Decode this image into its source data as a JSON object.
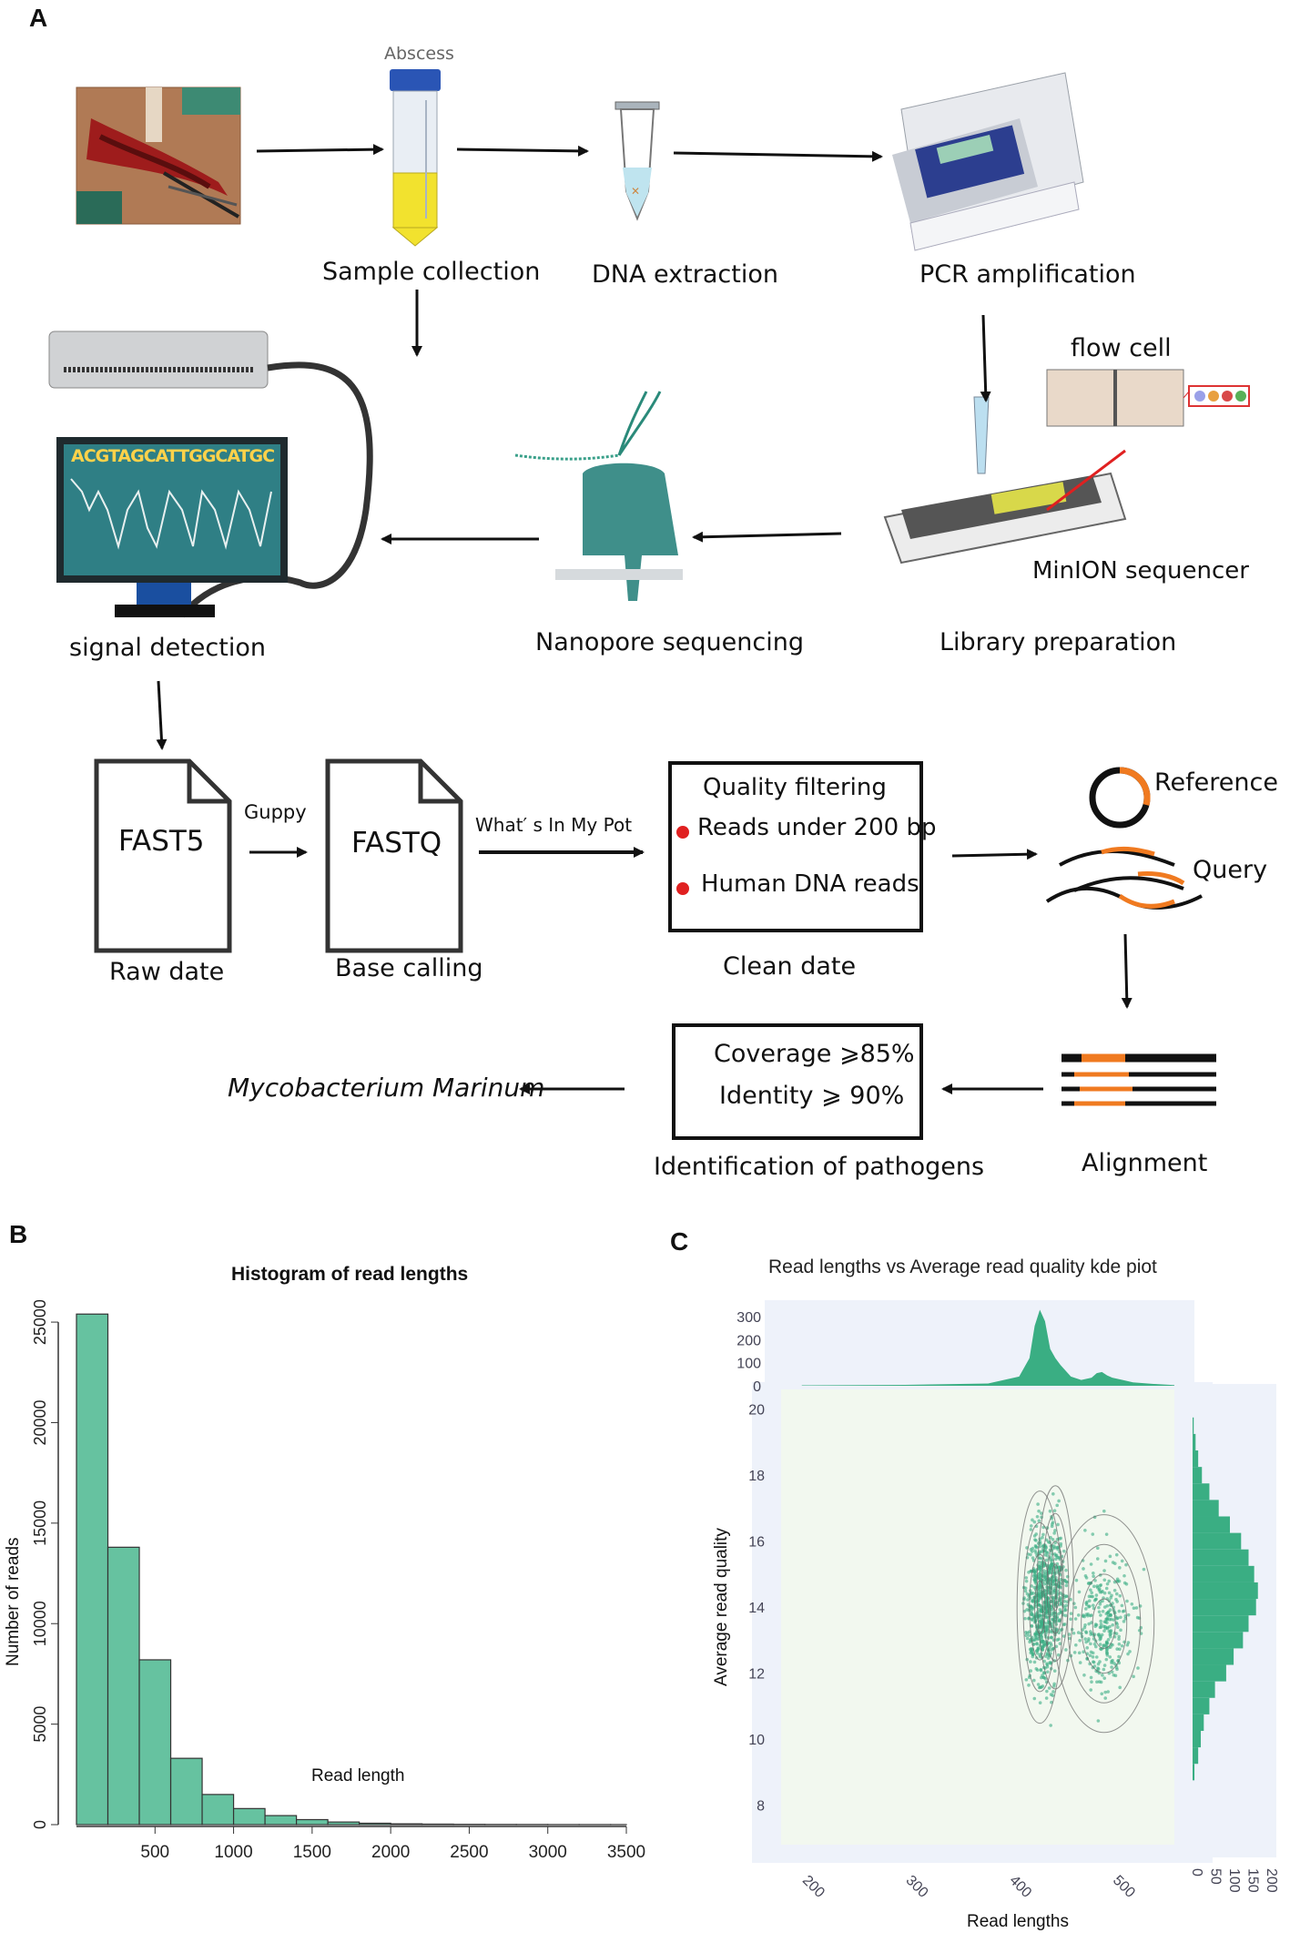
{
  "panels": {
    "a": "A",
    "b": "B",
    "c": "C"
  },
  "workflow": {
    "abscess": "Abscess",
    "sample_collection": "Sample collection",
    "dna_extraction": "DNA extraction",
    "pcr_amplification": "PCR amplification",
    "flow_cell": "flow cell",
    "minion_sequencer": "MinION sequencer",
    "library_preparation": "Library preparation",
    "nanopore_sequencing": "Nanopore sequencing",
    "signal_detection": "signal detection",
    "sequence_text": "ACGTAGCATTGGCATGC"
  },
  "pipeline": {
    "fast5": "FAST5",
    "guppy": "Guppy",
    "fastq": "FASTQ",
    "whats_in_my_pot": "What′ s In My Pot",
    "quality_filtering": "Quality filtering",
    "reads_under": "Reads under 200 bp",
    "human_dna": "Human DNA reads",
    "raw_date": "Raw date",
    "base_calling": "Base calling",
    "clean_date": "Clean date",
    "reference": "Reference",
    "query": "Query",
    "coverage": "Coverage ⩾85%",
    "identity": "Identity ⩾ 90%",
    "identification": "Identification of pathogens",
    "alignment": "Alignment",
    "result": "Mycobacterium Marinum"
  },
  "chart_data": [
    {
      "type": "bar",
      "title": "Histogram of read lengths",
      "xlabel": "Read length",
      "ylabel": "Number of reads",
      "bins": [
        [
          0,
          200
        ],
        [
          200,
          400
        ],
        [
          400,
          600
        ],
        [
          600,
          800
        ],
        [
          800,
          1000
        ],
        [
          1000,
          1200
        ],
        [
          1200,
          1400
        ],
        [
          1400,
          1600
        ],
        [
          1600,
          1800
        ],
        [
          1800,
          2000
        ],
        [
          2000,
          2200
        ],
        [
          2200,
          2400
        ],
        [
          2400,
          2600
        ],
        [
          2600,
          2800
        ],
        [
          2800,
          3000
        ],
        [
          3000,
          3200
        ],
        [
          3200,
          3400
        ],
        [
          3400,
          3500
        ]
      ],
      "values": [
        25400,
        13800,
        8200,
        3300,
        1500,
        800,
        450,
        250,
        130,
        70,
        40,
        25,
        15,
        10,
        8,
        5,
        4,
        3
      ],
      "xticks": [
        "500",
        "1000",
        "1500",
        "2000",
        "2500",
        "3000",
        "3500"
      ],
      "xtick_values": [
        500,
        1000,
        1500,
        2000,
        2500,
        3000,
        3500
      ],
      "yticks": [
        "0",
        "5000",
        "10000",
        "15000",
        "20000",
        "25000"
      ],
      "ytick_values": [
        0,
        5000,
        10000,
        15000,
        20000,
        25000
      ],
      "xlim": [
        0,
        3500
      ],
      "ylim": [
        0,
        26000
      ],
      "color": "#66c2a0"
    },
    {
      "type": "scatter",
      "title": "Read lengths vs Average read quality kde piot",
      "xlabel": "Read lengths",
      "ylabel": "Average read quality",
      "xticks": [
        "200",
        "300",
        "400",
        "500"
      ],
      "xtick_values": [
        200,
        300,
        400,
        500
      ],
      "yticks": [
        "8",
        "10",
        "12",
        "14",
        "16",
        "18",
        "20"
      ],
      "ytick_values": [
        8,
        10,
        12,
        14,
        16,
        18,
        20
      ],
      "top_marginal_ticks": [
        "0",
        "100",
        "200",
        "300"
      ],
      "top_marginal_values": [
        0,
        100,
        200,
        300
      ],
      "right_marginal_ticks": [
        "0",
        "50",
        "100",
        "150",
        "200"
      ],
      "right_marginal_values": [
        0,
        50,
        100,
        150,
        200
      ],
      "xlim": [
        180,
        560
      ],
      "ylim": [
        6.8,
        20.6
      ],
      "clusters": [
        {
          "x_center": 430,
          "x_spread": 10,
          "y_center": 14,
          "y_spread": 1.6,
          "n": 520
        },
        {
          "x_center": 445,
          "x_spread": 8,
          "y_center": 14.6,
          "y_spread": 1.4,
          "n": 260
        },
        {
          "x_center": 492,
          "x_spread": 22,
          "y_center": 13.5,
          "y_spread": 1.5,
          "n": 320
        }
      ],
      "top_marginal_counts": [
        [
          200,
          2
        ],
        [
          300,
          4
        ],
        [
          380,
          10
        ],
        [
          410,
          40
        ],
        [
          420,
          120
        ],
        [
          425,
          260
        ],
        [
          430,
          330
        ],
        [
          435,
          280
        ],
        [
          440,
          160
        ],
        [
          445,
          120
        ],
        [
          450,
          90
        ],
        [
          460,
          40
        ],
        [
          470,
          25
        ],
        [
          480,
          35
        ],
        [
          485,
          55
        ],
        [
          490,
          60
        ],
        [
          495,
          45
        ],
        [
          500,
          35
        ],
        [
          510,
          25
        ],
        [
          520,
          15
        ],
        [
          540,
          8
        ],
        [
          560,
          3
        ]
      ],
      "right_marginal_counts": [
        [
          9,
          5
        ],
        [
          9.5,
          15
        ],
        [
          10,
          22
        ],
        [
          10.5,
          30
        ],
        [
          11,
          45
        ],
        [
          11.5,
          60
        ],
        [
          12,
          90
        ],
        [
          12.5,
          110
        ],
        [
          13,
          135
        ],
        [
          13.5,
          150
        ],
        [
          14,
          170
        ],
        [
          14.5,
          175
        ],
        [
          15,
          165
        ],
        [
          15.5,
          150
        ],
        [
          16,
          130
        ],
        [
          16.5,
          100
        ],
        [
          17,
          70
        ],
        [
          17.5,
          45
        ],
        [
          18,
          25
        ],
        [
          18.5,
          15
        ],
        [
          19,
          8
        ],
        [
          19.5,
          3
        ]
      ],
      "color": "#3aae83",
      "bg": "#eef2fa",
      "plot_bg": "#f2f8ef"
    }
  ]
}
